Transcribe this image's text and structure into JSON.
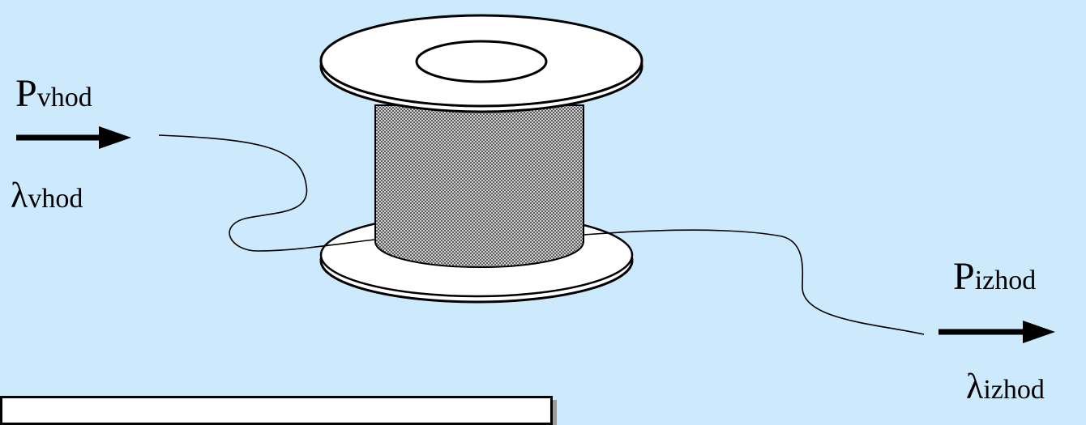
{
  "labels": {
    "input_power": {
      "main": "P",
      "sub": "vhod"
    },
    "input_wavelength": {
      "main": "λ",
      "sub": "vhod"
    },
    "output_power": {
      "main": "P",
      "sub": "izhod"
    },
    "output_wavelength": {
      "main": "λ",
      "sub": "izhod"
    }
  },
  "colors": {
    "background": "#cdeafc",
    "flange": "#ffffff",
    "core": "#8c8c8c",
    "stroke": "#000000"
  },
  "icons": {
    "input_arrow": "arrow-right-icon",
    "output_arrow": "arrow-right-icon"
  }
}
